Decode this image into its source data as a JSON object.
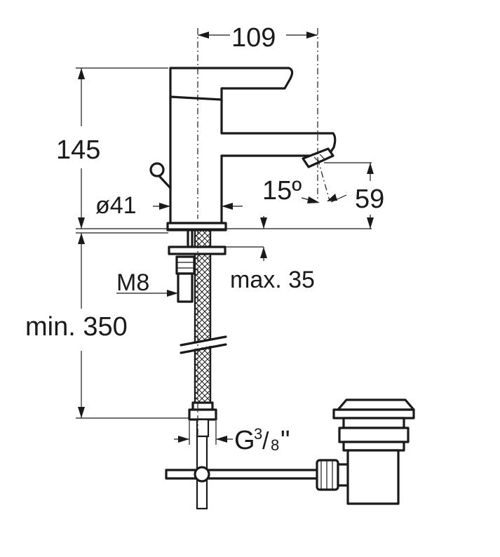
{
  "dimensions": {
    "reach": "109",
    "height": "145",
    "body_diameter": "ø41",
    "spout_angle": "15º",
    "outlet_height": "59",
    "thread": "M8",
    "max_deck": "max. 35",
    "hose_length": "min. 350",
    "connection_prefix": "G",
    "connection_num": "3",
    "connection_den": "8",
    "connection_suffix": "\""
  }
}
